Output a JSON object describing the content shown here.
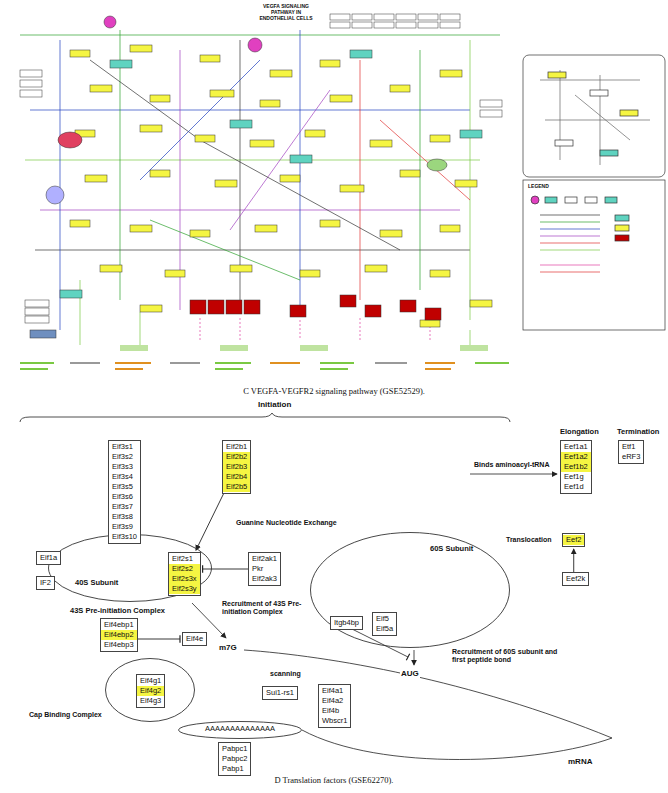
{
  "diagram": {
    "caption": "D Translation factors (GSE62270).",
    "nodes": [
      {
        "text": [
          "40S Subunit",
          "43S Pre-initiation Complex"
        ]
      },
      {
        "text": [
          "Eif3s1",
          "Eif3s2",
          "Eif3s3",
          "Eif3s4",
          "Eif3s5",
          "Eif3s6",
          "Eif3s7",
          "Eif3s8",
          "Eif3s9",
          "Eif3s10"
        ]
      },
      {
        "text": [
          "Eif2b1",
          "Eif2b2",
          "Eif2b3",
          "Eif2b4",
          "Eif2b5"
        ]
      },
      {
        "text": [
          "Eif1a"
        ]
      },
      {
        "text": [
          "IF2"
        ]
      },
      {
        "text": [
          "Eif2s1",
          "Eif2s2",
          "Eif2s3x",
          "Eif2s3y"
        ],
        "in": 0
      },
      {
        "text": [
          "Eif2ak1",
          "Pkr",
          "Eif2ak3"
        ]
      },
      {
        "text": [
          "60S Subunit"
        ]
      },
      {
        "text": [
          "Itgb4bp"
        ]
      },
      {
        "text": [
          "Eif5",
          "Eif5a"
        ]
      },
      {
        "text": [
          "Eif4ebp1",
          "Eif4ebp2",
          "Eif4ebp3"
        ]
      },
      {
        "text": [
          "Eif4e"
        ]
      },
      {
        "text": [
          "Cap Binding Complex"
        ]
      },
      {
        "text": [
          "Eif4g1",
          "Eif4g2",
          "Eif4g3"
        ],
        "in": 12
      },
      {
        "text": [
          "Sui1-rs1"
        ]
      },
      {
        "text": [
          "Eif4a1",
          "Eif4a2",
          "Eif4b",
          "Wbscr1"
        ]
      },
      {
        "text": [
          "AAAAAAAAAAAAAA"
        ]
      },
      {
        "text": [
          "Pabpc1",
          "Pabpc2",
          "Pabp1"
        ]
      },
      {
        "text": [
          "Eef1a1",
          "Eef1a2",
          "Eef1b2",
          "Eef1g",
          "Eef1d"
        ]
      },
      {
        "text": [
          "Etf1",
          "eRF3"
        ]
      },
      {
        "text": [
          "Eef2"
        ]
      },
      {
        "text": [
          "Eef2k"
        ]
      }
    ],
    "edges": [
      {
        "from": 2,
        "to": 5,
        "arrow": "to"
      },
      {
        "from": 6,
        "to": 5,
        "arrow": "to"
      },
      {
        "from": 10,
        "to": 11,
        "arrow": "to"
      },
      {
        "from": 21,
        "to": 20,
        "arrow": "to"
      }
    ],
    "labels": [
      "VEGFA SIGNALING PATHWAY IN ENDOTHELIAL CELLS",
      "LEGEND",
      "C VEGFA-VEGFR2 signaling pathway (GSE52529).",
      "Initiation",
      "Elongation",
      "Termination",
      "Binds aminoacyl-tRNA",
      "Translocation",
      "Guanine Nucleotide Exchange",
      "Recruitment of 43S Pre-initiation Complex",
      "Recruitment of 60S subunit and first peptide bond",
      "m7G",
      "scanning",
      "AUG",
      "mRNA"
    ]
  }
}
